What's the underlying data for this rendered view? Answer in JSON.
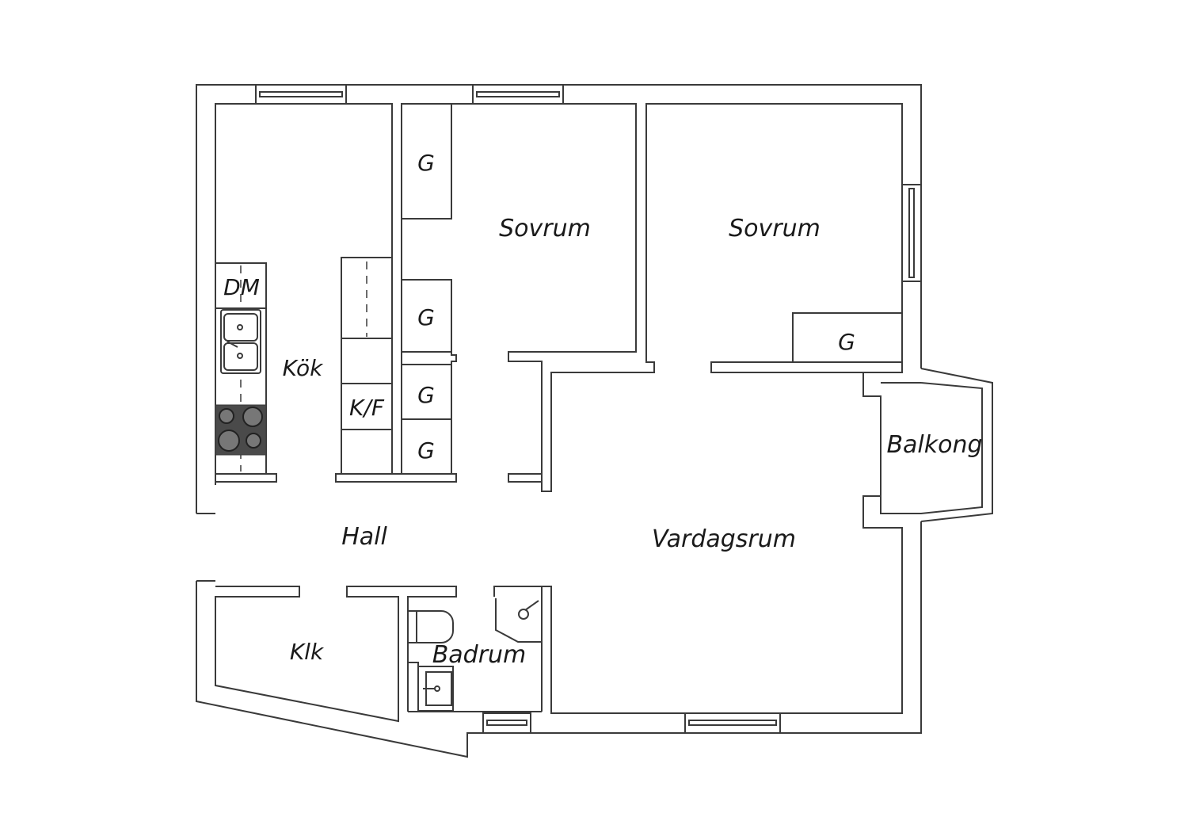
{
  "rooms": {
    "kitchen": "Kök",
    "bedroom_1": "Sovrum",
    "bedroom_2": "Sovrum",
    "hall": "Hall",
    "living_room": "Vardagsrum",
    "balcony": "Balkong",
    "closet_room": "Klk",
    "bathroom": "Badrum"
  },
  "fixtures": {
    "dishwasher": "DM",
    "fridge_freezer": "K/F",
    "wardrobe": "G"
  },
  "colors": {
    "wall": "#3a3a3a",
    "stove": "#4a4a4a"
  }
}
